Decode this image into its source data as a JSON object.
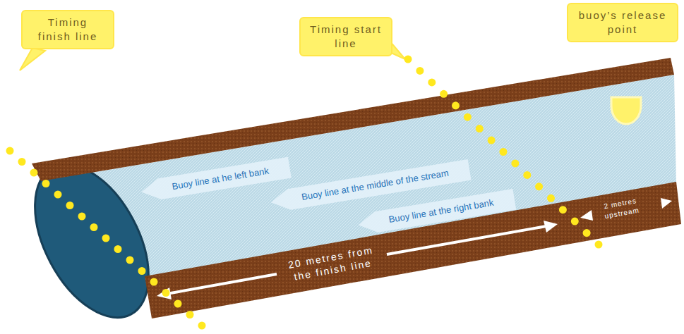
{
  "diagram": {
    "nodes": [
      {
        "text": [
          "Timing finish line"
        ]
      },
      {
        "text": [
          "Timing start line"
        ]
      },
      {
        "text": [
          "buoy’s release point"
        ]
      },
      {
        "text": [
          "Buoy line at he left bank"
        ]
      },
      {
        "text": [
          "Buoy line at the middle of the stream"
        ]
      },
      {
        "text": [
          "Buoy line at the right bank"
        ]
      }
    ],
    "labels": [
      "20 metres from the finish line",
      "2 metres upstream"
    ]
  }
}
